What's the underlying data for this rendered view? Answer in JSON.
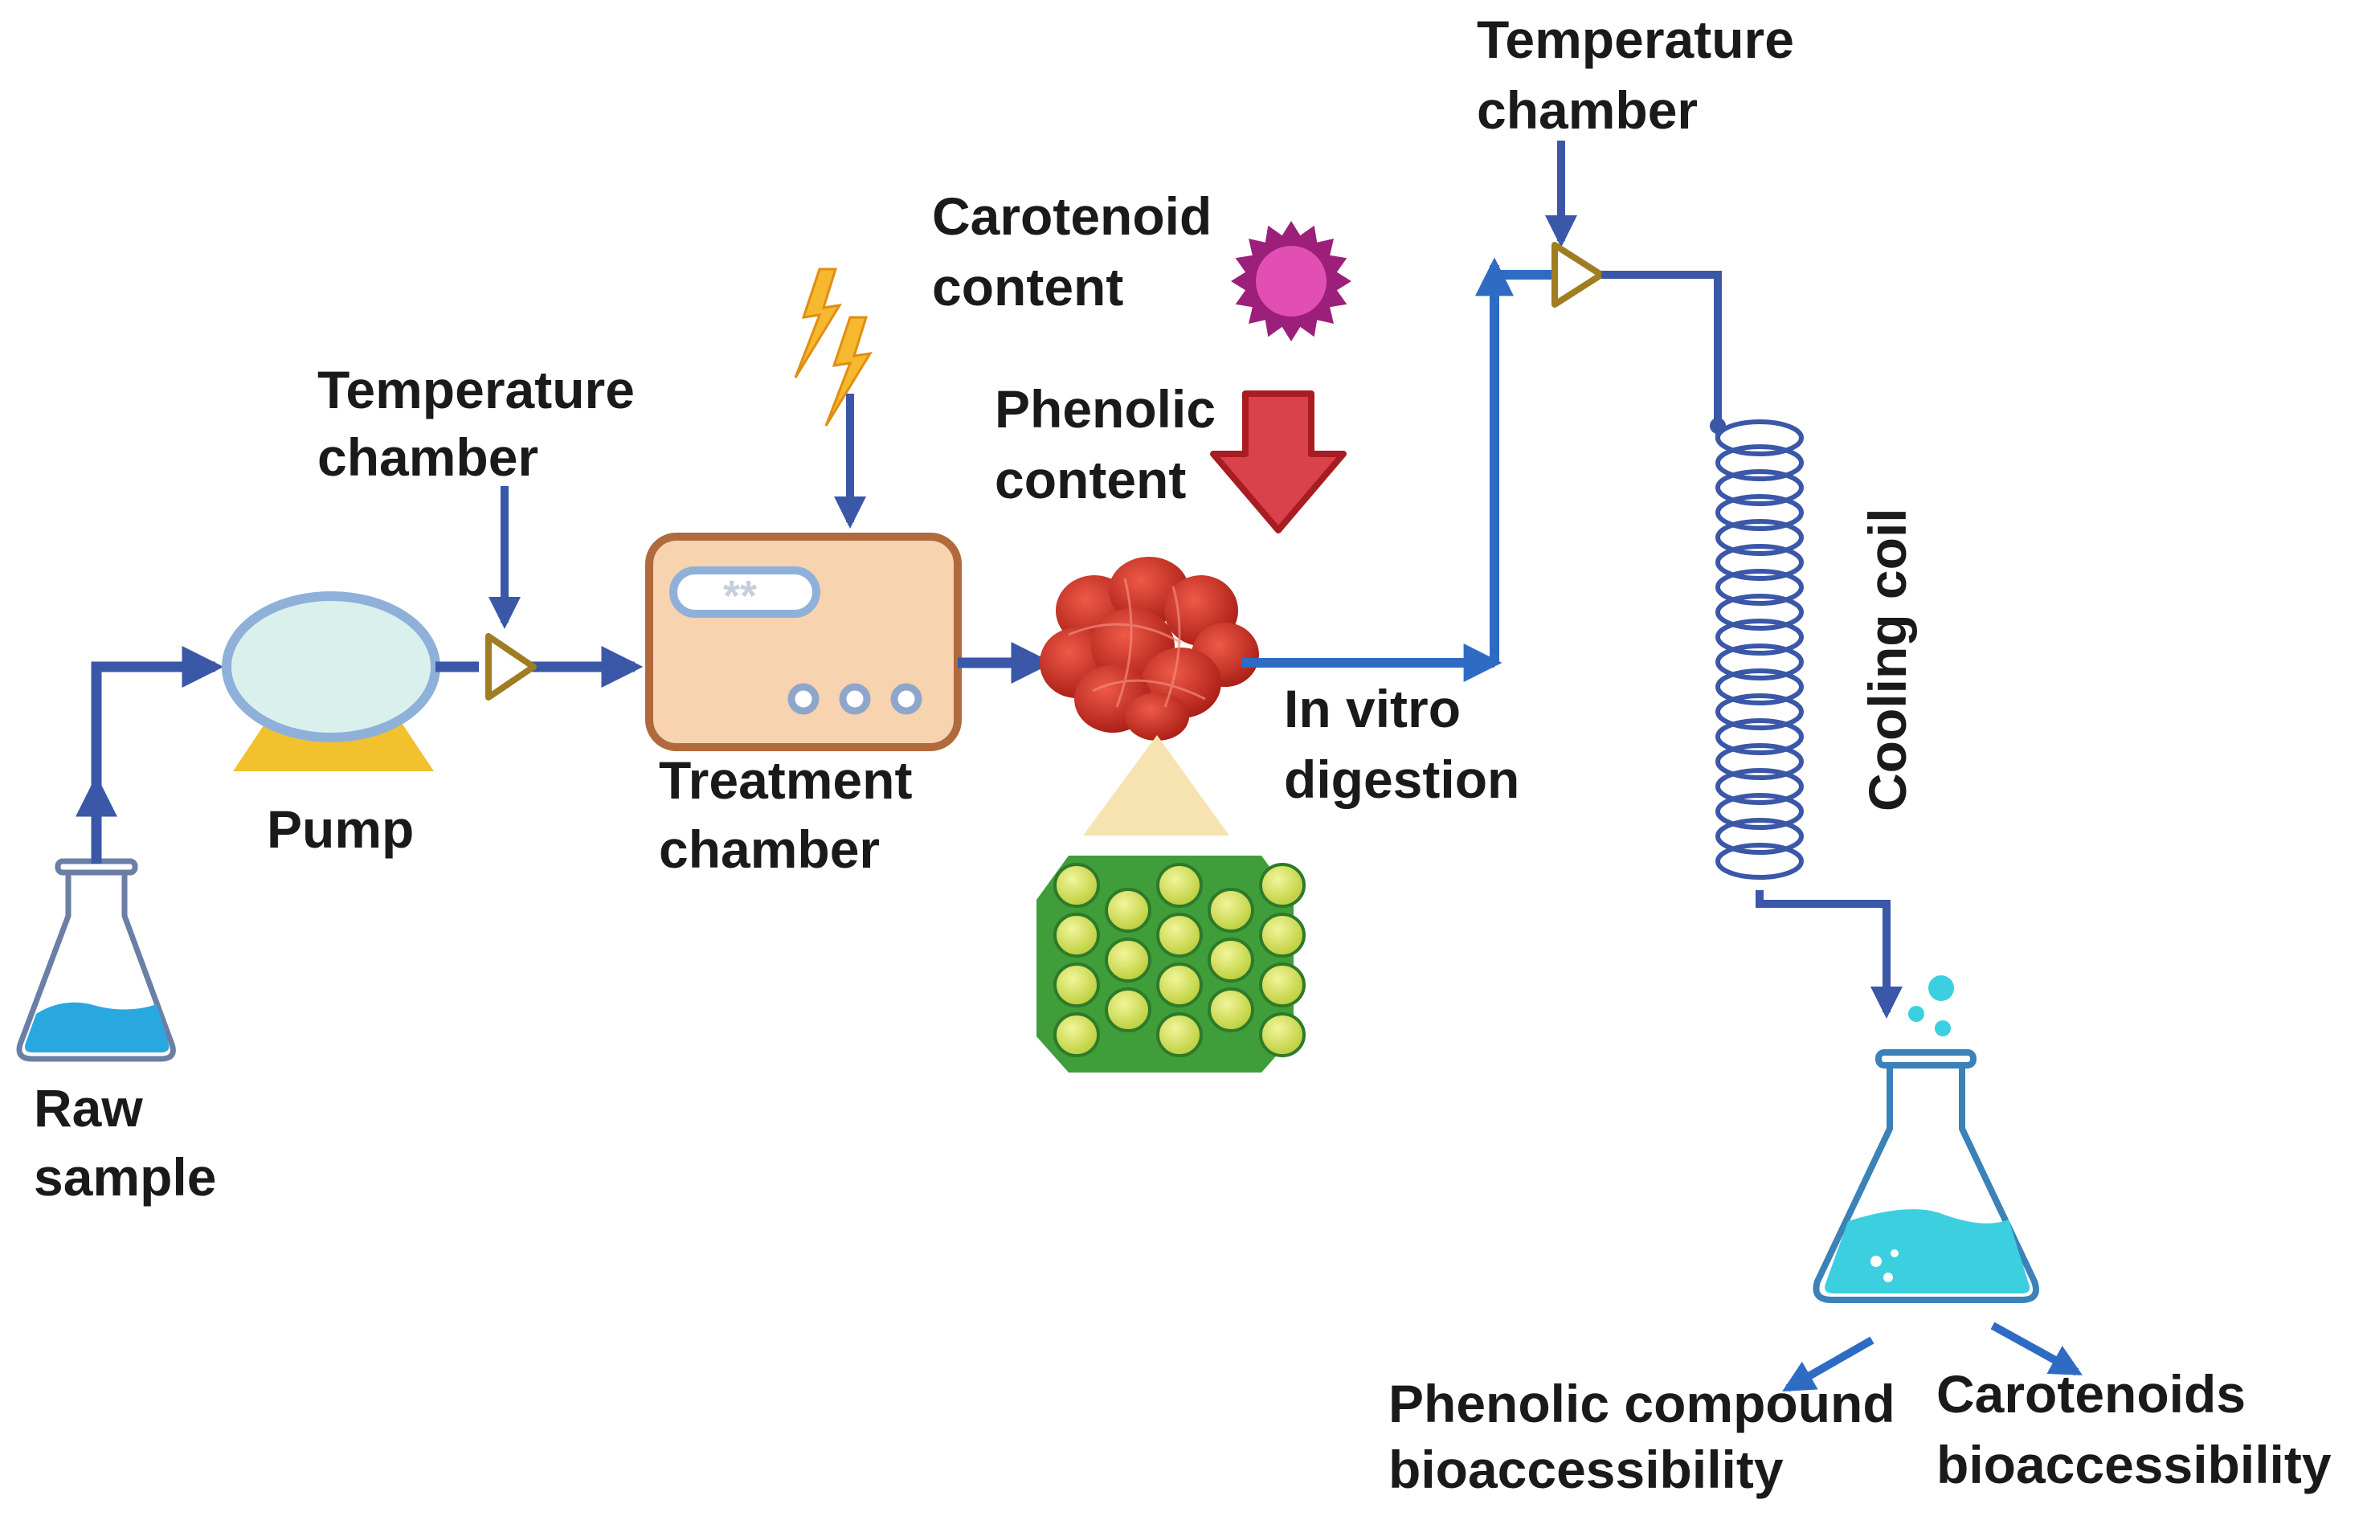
{
  "labels": {
    "raw_sample": [
      "Raw",
      "sample"
    ],
    "pump": "Pump",
    "temp_chamber_1": [
      "Temperature",
      "chamber"
    ],
    "treatment_chamber": [
      "Treatment",
      "chamber"
    ],
    "carotenoid_content": [
      "Carotenoid",
      "content"
    ],
    "phenolic_content": [
      "Phenolic",
      "content"
    ],
    "in_vitro_digestion": [
      "In vitro",
      "digestion"
    ],
    "temp_chamber_2": [
      "Temperature",
      "chamber"
    ],
    "cooling_coil": "Cooling coil",
    "phenolic_bioaccessibility": [
      "Phenolic compound",
      "bioaccessibility"
    ],
    "carotenoids_bioaccessibility": [
      "Carotenoids",
      "bioaccessibility"
    ]
  },
  "treatment_display": "**",
  "colors": {
    "flow_line": "#3a57a8",
    "flow_line_bright": "#2e6cc4",
    "valve": "#a07d22",
    "pump_body": "#d9f0ec",
    "pump_outline": "#8fb0d9",
    "pump_base": "#f2c12e",
    "treatment_body": "#f7d3b0",
    "treatment_outline": "#b06a3b",
    "liquid_blue": "#29a8e0",
    "liquid_cyan": "#3ccfe0",
    "lightning": "#f5b82e",
    "carotenoid": "#d33aa0",
    "phenolic_arrow": "#d9424a",
    "cells_red": "#c8281e",
    "cells_green": "#3f9e3a",
    "cells_yellow": "#d8e25a",
    "beam": "#f7e3b0"
  }
}
